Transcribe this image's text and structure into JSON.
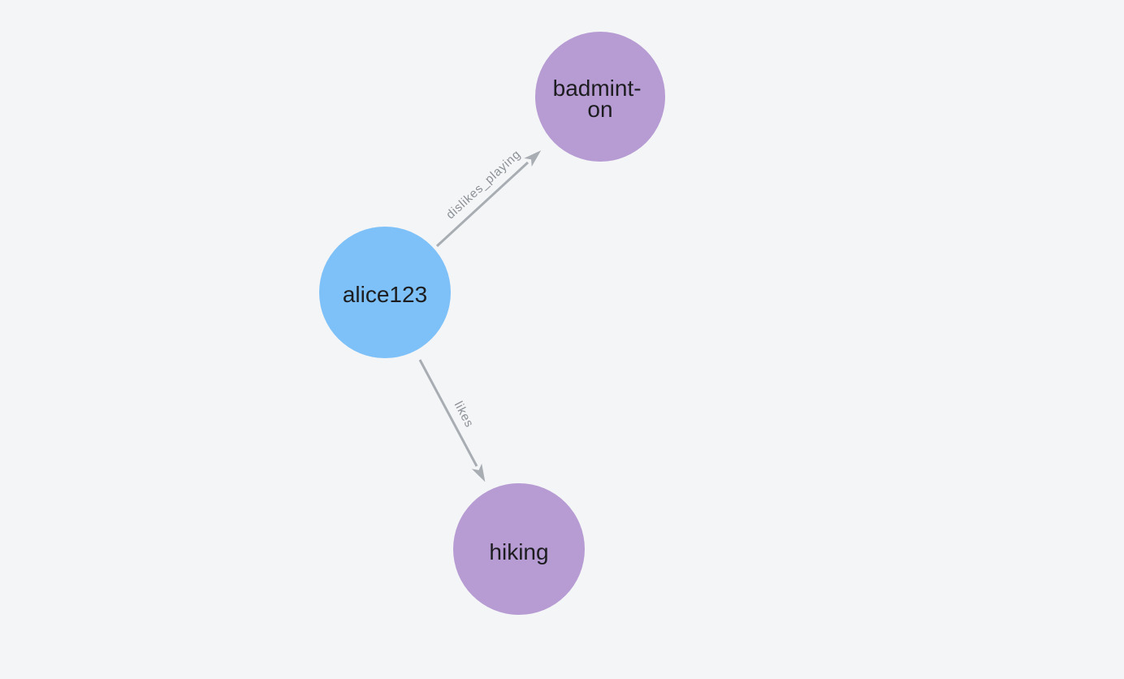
{
  "canvas": {
    "background": "#f4f5f6"
  },
  "colors": {
    "person_node": "#7dc1f8",
    "activity_node": "#b79cd4",
    "edge": "#a8adb3",
    "edge_label": "#8b9096",
    "node_label": "#1d1d20"
  },
  "graph": {
    "nodes": [
      {
        "id": "alice123",
        "label": "alice123",
        "type": "person",
        "color": "#7dc1f8"
      },
      {
        "id": "badminton",
        "label": "badminton",
        "label_lines": [
          "badmint-",
          "on"
        ],
        "type": "activity",
        "color": "#b79cd4"
      },
      {
        "id": "hiking",
        "label": "hiking",
        "type": "activity",
        "color": "#b79cd4"
      }
    ],
    "edges": [
      {
        "source": "alice123",
        "target": "badminton",
        "label": "dislikes_playing"
      },
      {
        "source": "alice123",
        "target": "hiking",
        "label": "likes"
      }
    ]
  }
}
